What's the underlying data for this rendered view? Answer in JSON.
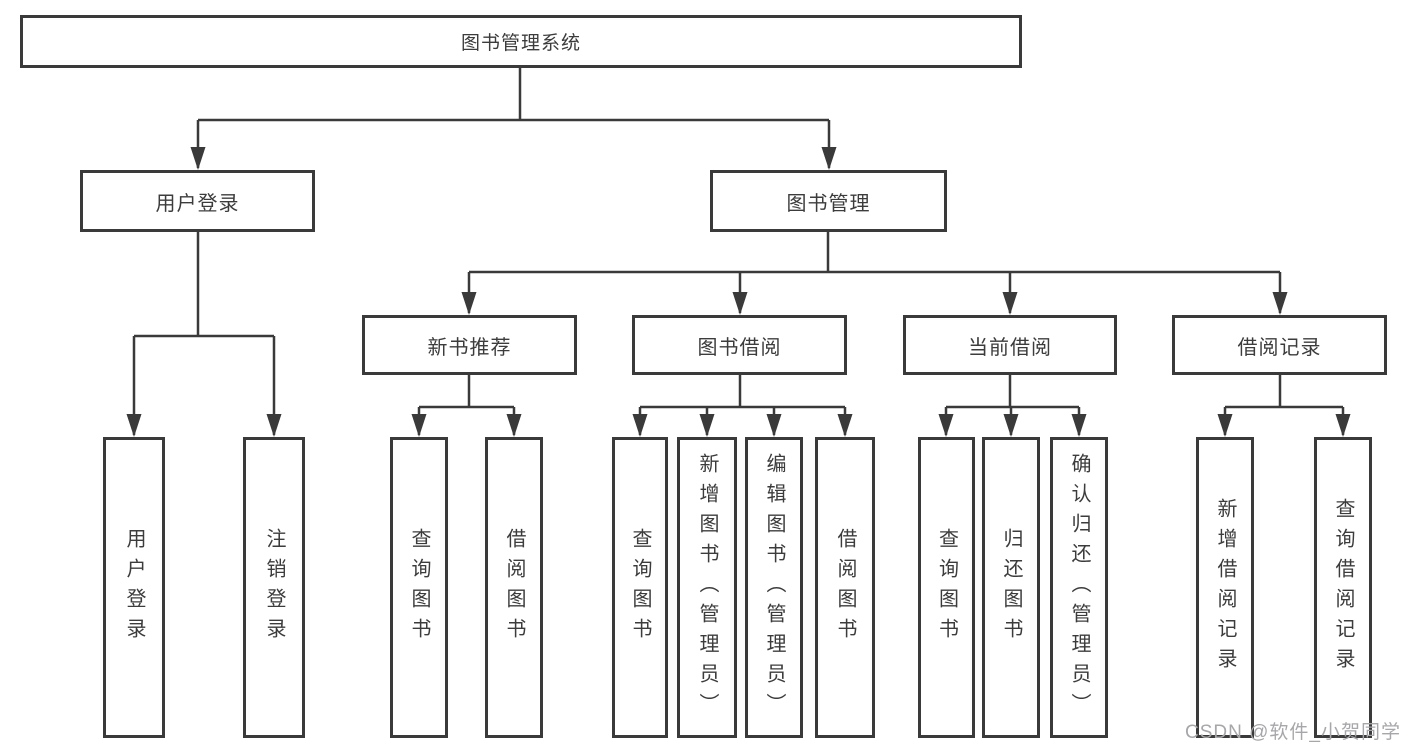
{
  "tree": {
    "label": "图书管理系统",
    "children": [
      {
        "label": "用户登录",
        "children": [
          {
            "label": "用户登录"
          },
          {
            "label": "注销登录"
          }
        ]
      },
      {
        "label": "图书管理",
        "children": [
          {
            "label": "新书推荐",
            "children": [
              {
                "label": "查询图书"
              },
              {
                "label": "借阅图书"
              }
            ]
          },
          {
            "label": "图书借阅",
            "children": [
              {
                "label": "查询图书"
              },
              {
                "label": "新增图书（管理员）"
              },
              {
                "label": "编辑图书（管理员）"
              },
              {
                "label": "借阅图书"
              }
            ]
          },
          {
            "label": "当前借阅",
            "children": [
              {
                "label": "查询图书"
              },
              {
                "label": "归还图书"
              },
              {
                "label": "确认归还（管理员）"
              }
            ]
          },
          {
            "label": "借阅记录",
            "children": [
              {
                "label": "新增借阅记录"
              },
              {
                "label": "查询借阅记录"
              }
            ]
          }
        ]
      }
    ]
  },
  "watermark": {
    "text": "CSDN @软件_小贺同学"
  },
  "colors": {
    "line": "#3a3a3a",
    "text": "#3c3c3c",
    "watermark": "#a7a7ab",
    "background": "#ffffff"
  }
}
